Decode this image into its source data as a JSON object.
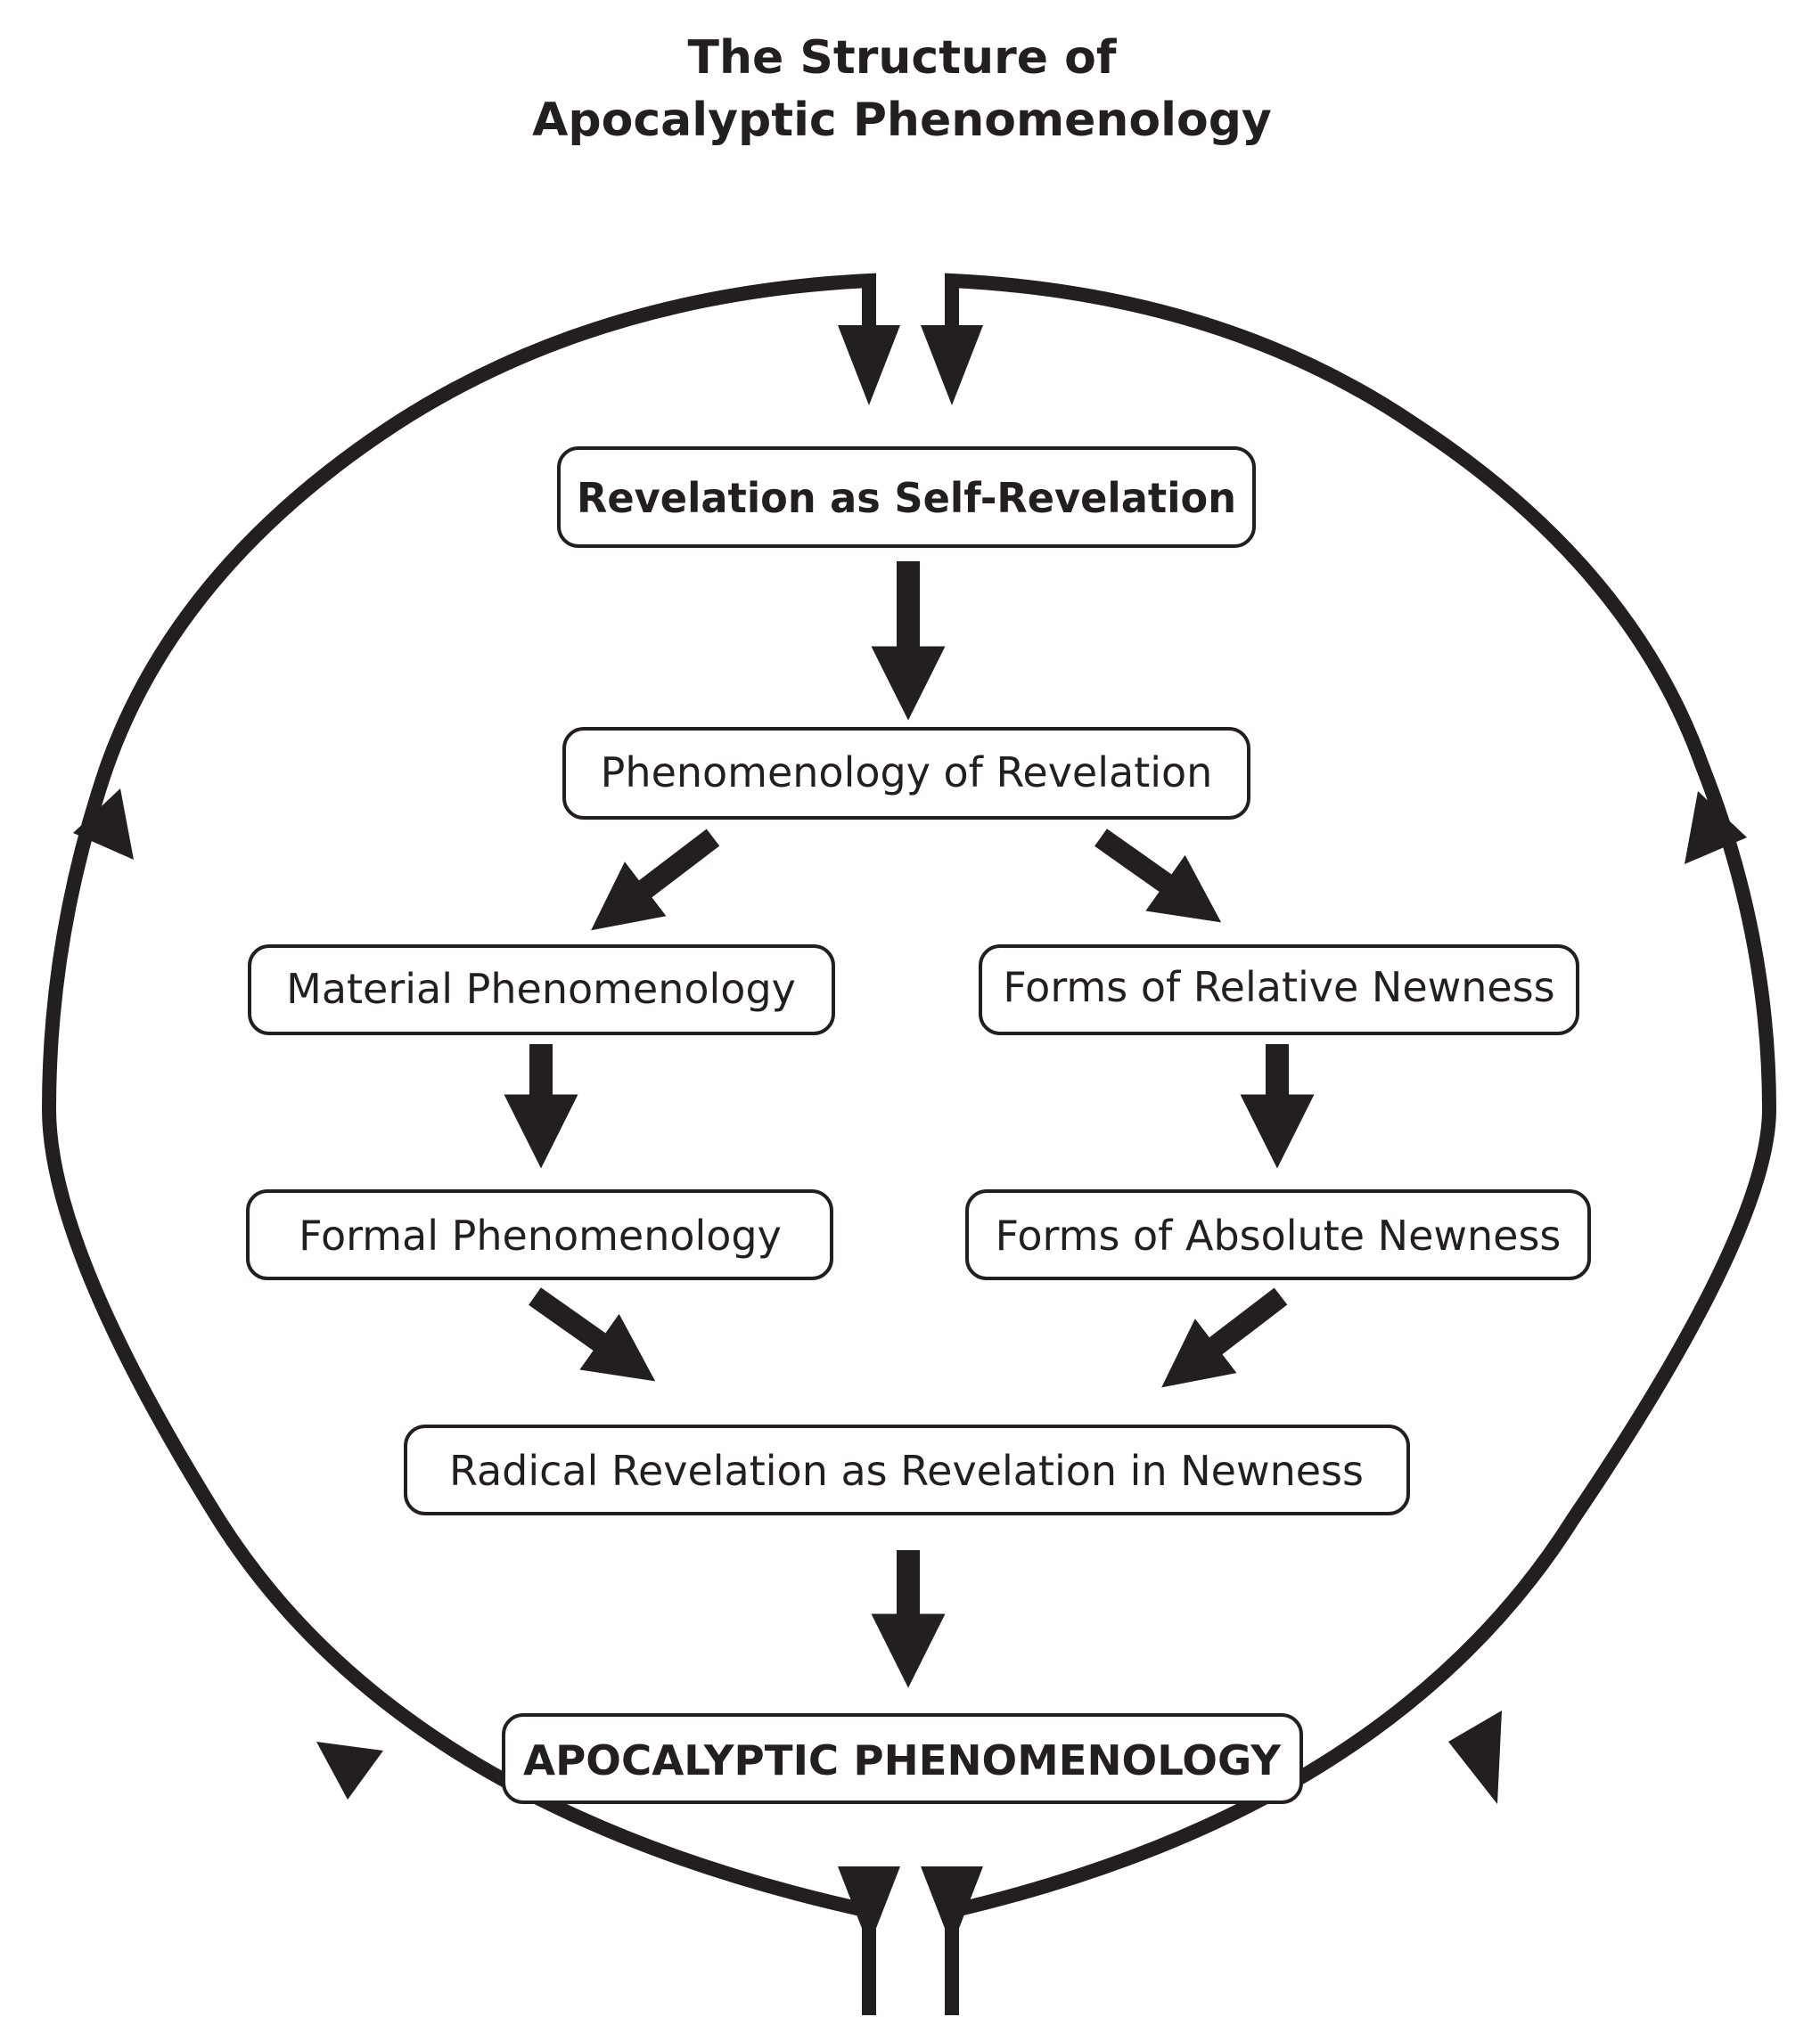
{
  "title": {
    "line1": "The Structure of",
    "line2": "Apocalyptic Phenomenology"
  },
  "nodes": {
    "self_revelation": "Revelation as Self-Revelation",
    "phenomenology_of_revelation": "Phenomenology of Revelation",
    "material_phenomenology": "Material Phenomenology",
    "relative_newness": "Forms of Relative Newness",
    "formal_phenomenology": "Formal Phenomenology",
    "absolute_newness": "Forms of Absolute Newness",
    "radical_revelation": "Radical Revelation as Revelation in Newness",
    "apocalyptic_phenomenology": "APOCALYPTIC PHENOMENOLOGY"
  },
  "colors": {
    "ink": "#231f20",
    "background": "#ffffff"
  }
}
